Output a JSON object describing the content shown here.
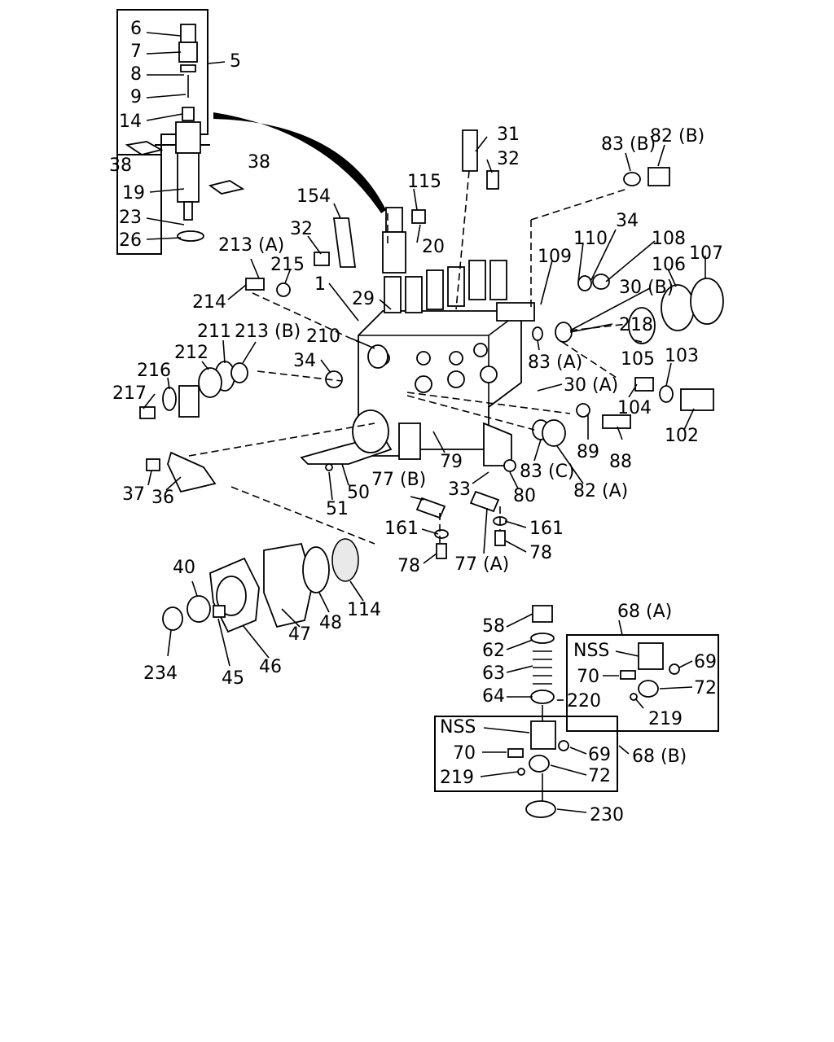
{
  "diagram": {
    "labels": {
      "p6": "6",
      "p7": "7",
      "p5": "5",
      "p8": "8",
      "p9": "9",
      "p14": "14",
      "p38a": "38",
      "p38b": "38",
      "p19": "19",
      "p23": "23",
      "p26": "26",
      "p31": "31",
      "p32a": "32",
      "p115": "115",
      "p154": "154",
      "p32b": "32",
      "p20": "20",
      "p83b": "83 (B)",
      "p82b": "82 (B)",
      "p34a": "34",
      "p110": "110",
      "p108": "108",
      "p109": "109",
      "p106": "106",
      "p107": "107",
      "p213a": "213 (A)",
      "p215": "215",
      "p214": "214",
      "p1": "1",
      "p29": "29",
      "p30b": "30 (B)",
      "p218": "218",
      "p211": "211",
      "p213b": "213 (B)",
      "p210": "210",
      "p212": "212",
      "p216": "216",
      "p34b": "34",
      "p83a": "83 (A)",
      "p105": "105",
      "p103": "103",
      "p217": "217",
      "p30a": "30 (A)",
      "p104": "104",
      "p102": "102",
      "p89": "89",
      "p88": "88",
      "p79": "79",
      "p83c": "83 (C)",
      "p82a": "82 (A)",
      "p77b": "77 (B)",
      "p33": "33",
      "p80": "80",
      "p37": "37",
      "p36": "36",
      "p50": "50",
      "p51": "51",
      "p161a": "161",
      "p161b": "161",
      "p78a": "78",
      "p78b": "78",
      "p77a": "77 (A)",
      "p40": "40",
      "p114": "114",
      "p47": "47",
      "p48": "48",
      "p234": "234",
      "p45": "45",
      "p46": "46",
      "p68a": "68 (A)",
      "p58": "58",
      "p62": "62",
      "p63": "63",
      "p64": "64",
      "p220": "220",
      "nss1": "NSS",
      "p69a": "69",
      "p70a": "70",
      "p72a": "72",
      "p219a": "219",
      "nss2": "NSS",
      "p70b": "70",
      "p69b": "69",
      "p68b": "68 (B)",
      "p219b": "219",
      "p72b": "72",
      "p230": "230"
    }
  }
}
